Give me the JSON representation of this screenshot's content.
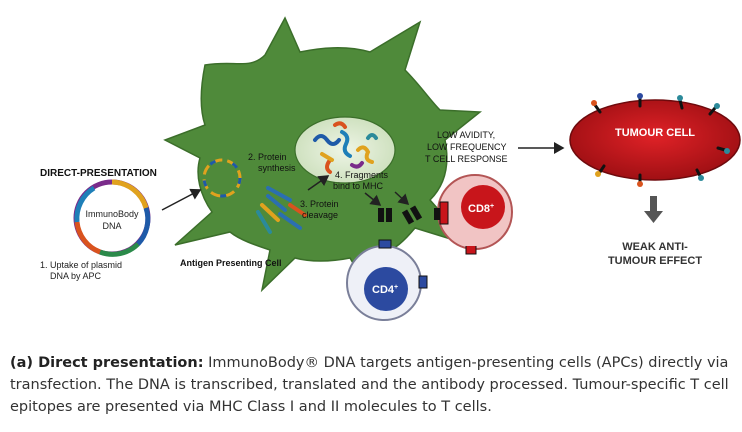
{
  "diagram": {
    "direct_presentation_label": "DIRECT-PRESENTATION",
    "plasmid_label_line1": "ImmunoBody",
    "plasmid_label_line2": "DNA",
    "step1_line1": "1. Uptake of plasmid",
    "step1_line2": "DNA by APC",
    "step2_line1": "2. Protein",
    "step2_line2": "synthesis",
    "step3_line1": "3. Protein",
    "step3_line2": "cleavage",
    "step4_line1": "4. Fragments",
    "step4_line2": "bind to MHC",
    "apc_label": "Antigen Presenting Cell",
    "cd8_label": "CD8",
    "cd4_label": "CD4",
    "superscript_plus": "+",
    "response_line1": "LOW AVIDITY,",
    "response_line2": "LOW FREQUENCY",
    "response_line3": "T CELL RESPONSE",
    "tumour_cell_label": "TUMOUR CELL",
    "effect_line1": "WEAK ANTI-",
    "effect_line2": "TUMOUR EFFECT"
  },
  "caption": {
    "heading": "(a) Direct presentation:",
    "text": " ImmunoBody® DNA targets antigen-presenting cells (APCs) directly via transfection.  The DNA is transcribed, translated and the antibody processed.  Tumour-specific T cell epitopes are presented via MHC Class I and II molecules to T cells."
  },
  "colors": {
    "apc_green": "#4f8a3a",
    "tumour_red": "#c8151b",
    "cd8_pink": "#e8a9a9",
    "cd4_blue": "#2c4aa0"
  }
}
